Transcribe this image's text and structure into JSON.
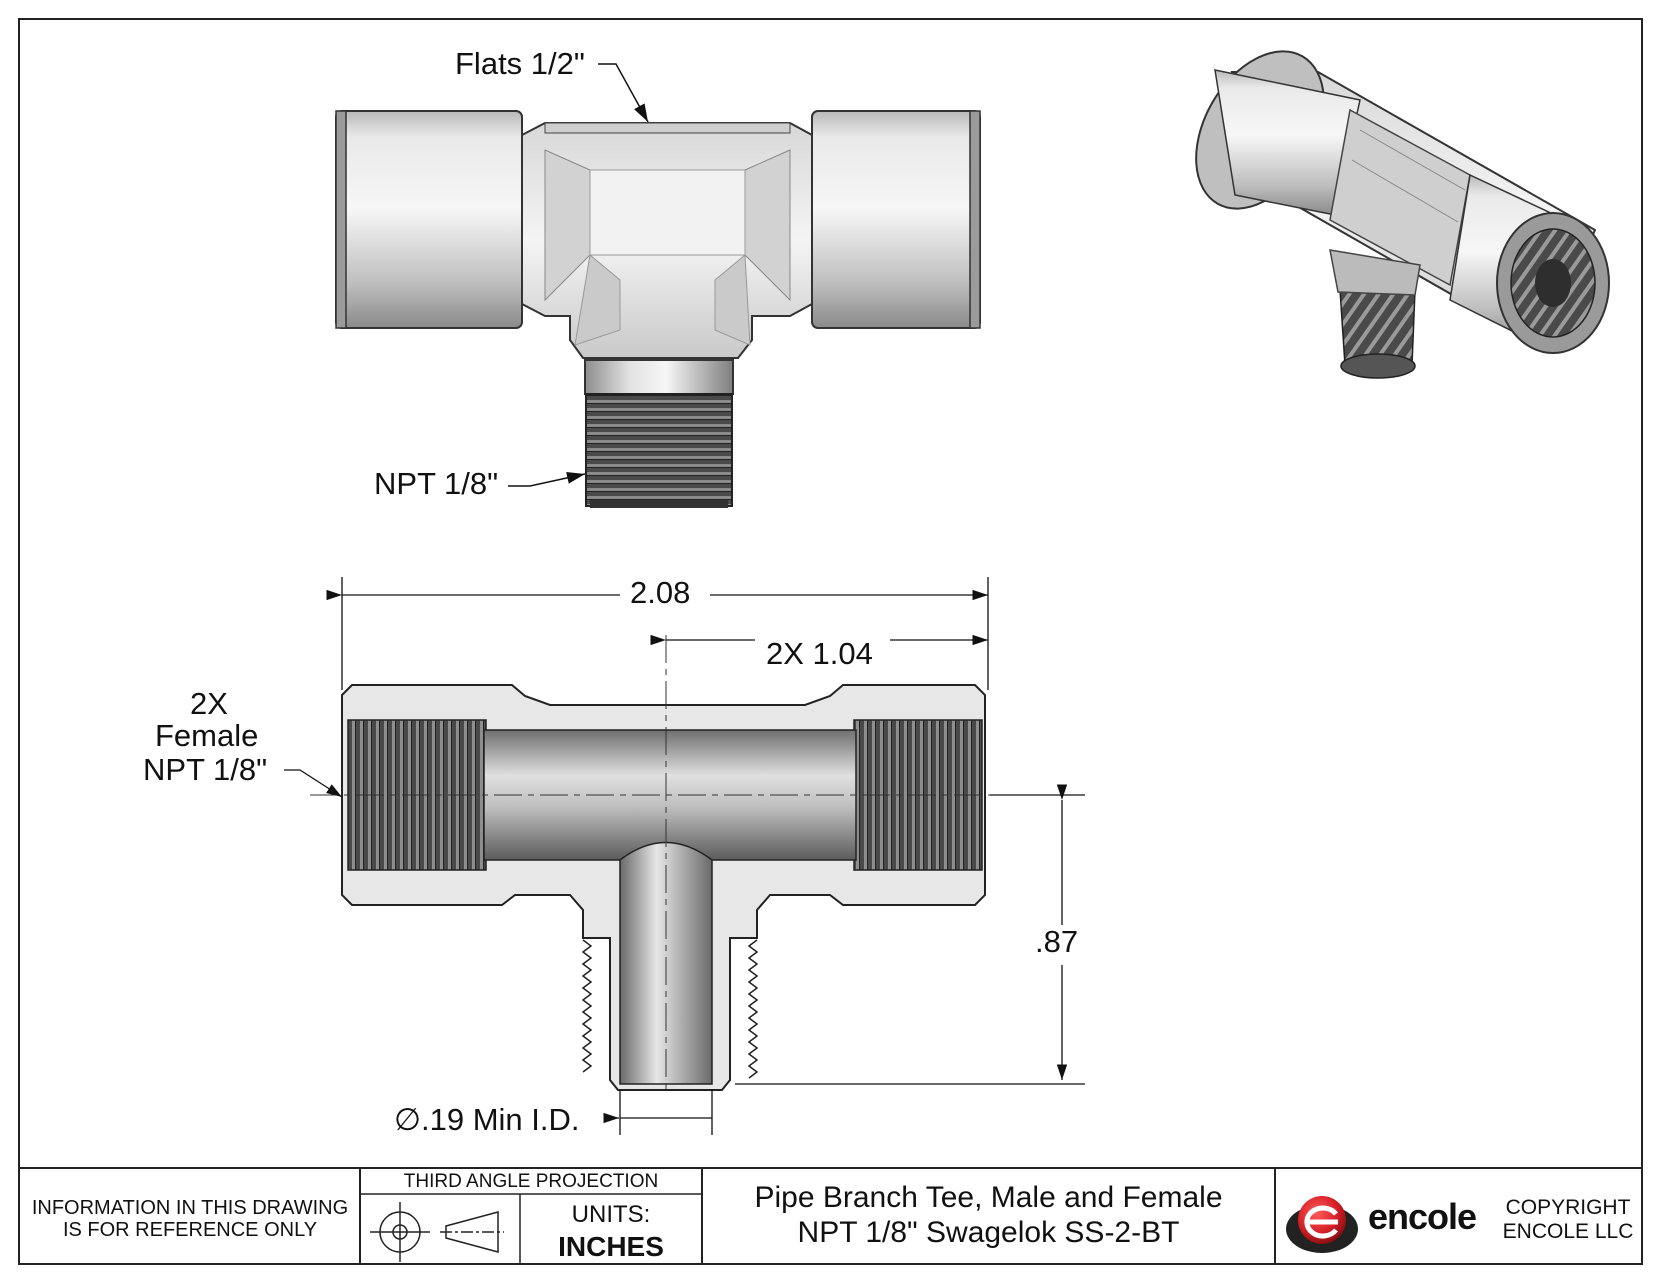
{
  "callouts": {
    "flats": "Flats 1/2\"",
    "male_thread": "NPT 1/8\"",
    "overall_length": "2.08",
    "half_length": "2X 1.04",
    "female_qty": "2X",
    "female_word": "Female",
    "female_thread": "NPT 1/8\"",
    "branch_height": ".87",
    "min_id": "∅.19 Min I.D."
  },
  "title_block": {
    "disclaimer_line1": "INFORMATION IN THIS DRAWING",
    "disclaimer_line2": "IS FOR REFERENCE ONLY",
    "projection": "THIRD ANGLE PROJECTION",
    "units_label": "UNITS:",
    "units_value": "INCHES",
    "title_line1": "Pipe Branch Tee, Male and Female",
    "title_line2": "NPT 1/8\" Swagelok SS-2-BT",
    "logo_text": "encole",
    "copyright_line1": "COPYRIGHT",
    "copyright_line2": "ENCOLE  LLC"
  },
  "colors": {
    "logo_red": "#d61f26",
    "steel_light": "#e4e4e4",
    "steel_dark": "#8c8c8c",
    "thread_dark": "#3a3a3a"
  }
}
